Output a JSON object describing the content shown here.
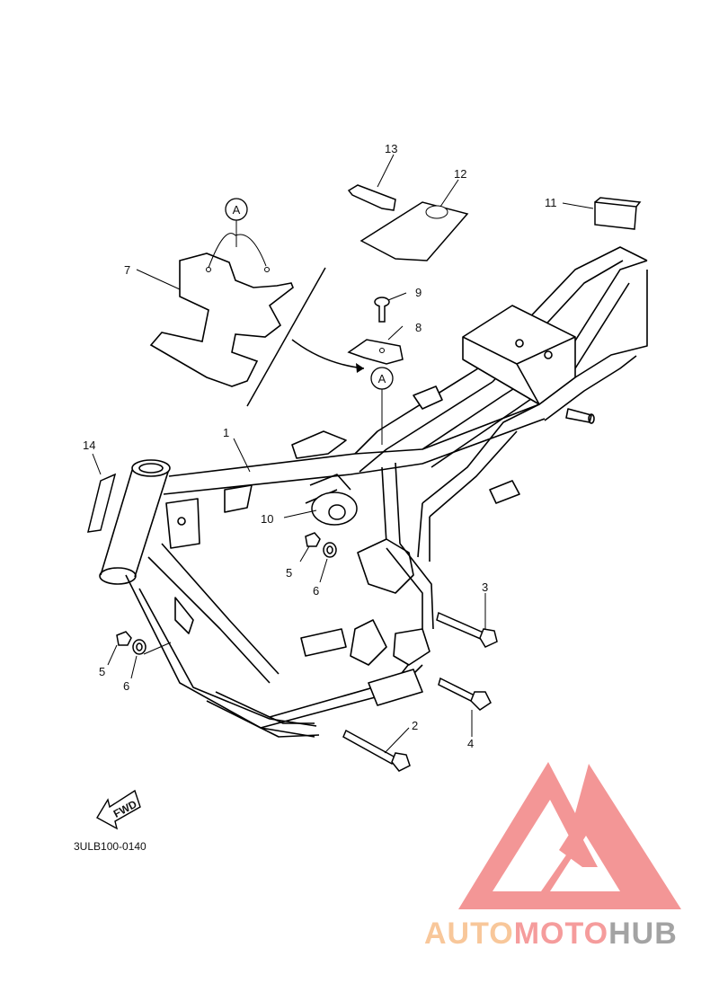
{
  "callouts": {
    "c1": "1",
    "c2": "2",
    "c3": "3",
    "c4": "4",
    "c5a": "5",
    "c5b": "5",
    "c6a": "6",
    "c6b": "6",
    "c7": "7",
    "c8": "8",
    "c9": "9",
    "c10": "10",
    "c11": "11",
    "c12": "12",
    "c13": "13",
    "c14": "14"
  },
  "reference": {
    "top_marker": "A",
    "frame_marker": "A"
  },
  "direction_arrow": "FWD",
  "diagram_code": "3ULB100-0140",
  "watermark": {
    "part_auto": "AUTO",
    "part_moto": "MOTO",
    "part_hub": "HUB",
    "colors": {
      "auto": "#f8c79a",
      "moto": "#f59c9c",
      "hub": "#a3a3a3",
      "emblem": "#f28b8b"
    }
  }
}
